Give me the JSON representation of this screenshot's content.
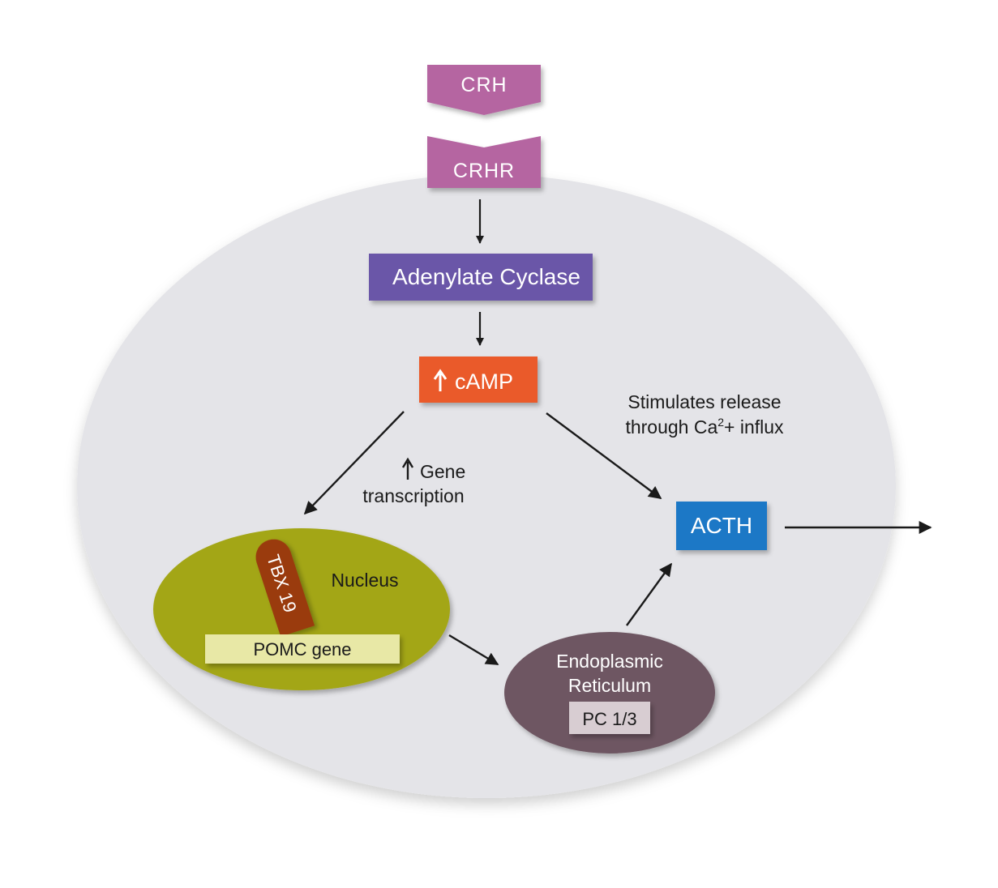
{
  "nodes": {
    "crh": "CRH",
    "crhr": "CRHR",
    "adenylate_cyclase": "Adenylate Cyclase",
    "camp": "cAMP",
    "acth": "ACTH",
    "nucleus": "Nucleus",
    "tbx19": "TBX 19",
    "pomc_gene": "POMC gene",
    "er_line1": "Endoplasmic",
    "er_line2": "Reticulum",
    "pc13": "PC 1/3"
  },
  "annotations": {
    "gene_line1": "Gene",
    "gene_line2": "transcription",
    "release_line1": "Stimulates release",
    "release_line2_a": "through Ca",
    "release_line2_sup": "2",
    "release_line2_b": "+ influx"
  },
  "colors": {
    "cell": "#e4e4e8",
    "crh": "#b565a1",
    "adenylate_cyclase": "#6b57a8",
    "camp": "#ea5a2a",
    "acth": "#1b78c6",
    "nucleus": "#a3a613",
    "tbx19": "#9a3a10",
    "pomc_gene": "#e8e8a6",
    "er": "#6e5762",
    "pc13": "#d8cdd2"
  }
}
